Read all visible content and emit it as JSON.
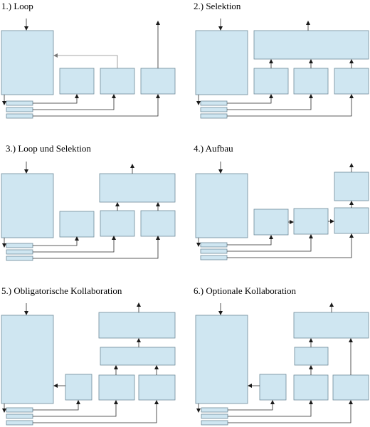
{
  "panels": [
    {
      "id": "loop",
      "title": "1.) Loop"
    },
    {
      "id": "selektion",
      "title": "2.) Selektion"
    },
    {
      "id": "loop-und-selektion",
      "title": "3.) Loop und Selektion"
    },
    {
      "id": "aufbau",
      "title": "4.) Aufbau"
    },
    {
      "id": "obligatorische-kollaboration",
      "title": "5.) Obligatorische Kollaboration"
    },
    {
      "id": "optionale-kollaboration",
      "title": "6.) Optionale Kollaboration"
    }
  ],
  "colors": {
    "box_fill": "#cfe6f1",
    "box_stroke": "#6e8a99",
    "arrow": "#1a1a1a",
    "feedback_arrow": "#7a7a7a"
  }
}
